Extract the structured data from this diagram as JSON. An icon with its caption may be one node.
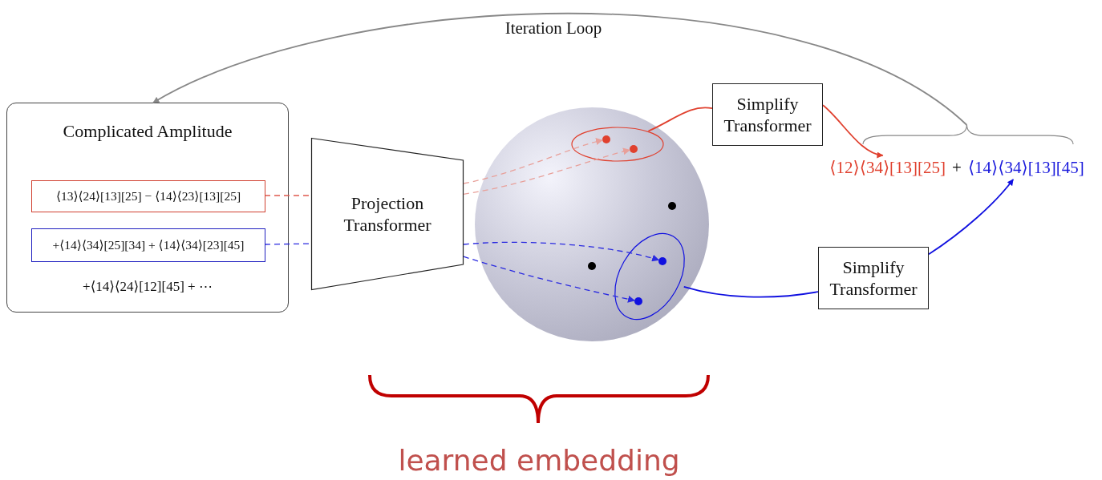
{
  "diagram": {
    "nodes": [
      {
        "text": [
          "Complicated Amplitude",
          "+⟨14⟩⟨24⟩[12][45] + ⋯"
        ]
      },
      {
        "text": [
          "⟨13⟩⟨24⟩[13][25] − ⟨14⟩⟨23⟩[13][25]"
        ],
        "in": 0
      },
      {
        "text": [
          "+⟨14⟩⟨34⟩[25][34] + ⟨14⟩⟨34⟩[23][45]"
        ],
        "in": 0
      },
      {
        "text": [
          "Projection Transformer"
        ]
      },
      {
        "text": [],
        "shape": "circle"
      },
      {
        "text": [],
        "shape": "ellipse",
        "in": 4
      },
      {
        "text": [],
        "shape": "circle",
        "in": 5
      },
      {
        "text": [],
        "shape": "circle",
        "in": 5
      },
      {
        "text": [],
        "shape": "circle",
        "in": 4
      },
      {
        "text": [],
        "shape": "circle",
        "in": 4
      },
      {
        "text": [],
        "shape": "ellipse",
        "in": 4
      },
      {
        "text": [],
        "shape": "circle",
        "in": 10
      },
      {
        "text": [],
        "shape": "circle",
        "in": 10
      },
      {
        "text": [
          "Simplify Transformer"
        ]
      },
      {
        "text": [
          "Simplify Transformer"
        ]
      },
      {
        "text": [],
        "shape": "brace"
      },
      {
        "text": [
          "⟨12⟩⟨34⟩[13][25]",
          "+",
          "⟨14⟩⟨34⟩[13][45]"
        ]
      }
    ],
    "edges": [
      {
        "from": 1,
        "to": 3,
        "arrow": "none",
        "style": "dashed",
        "color": "#e05a4e"
      },
      {
        "from": 3,
        "to": 6,
        "arrow": "to",
        "style": "dashed",
        "color": "#e8a09a"
      },
      {
        "from": 3,
        "to": 7,
        "arrow": "to",
        "style": "dashed",
        "color": "#e8a09a"
      },
      {
        "from": 2,
        "to": 3,
        "arrow": "none",
        "style": "dashed",
        "color": "#2a2ae0"
      },
      {
        "from": 3,
        "to": 11,
        "arrow": "to",
        "style": "dashed",
        "color": "#2a2ae0"
      },
      {
        "from": 3,
        "to": 12,
        "arrow": "to",
        "style": "dashed",
        "color": "#2a2ae0"
      },
      {
        "from": 5,
        "to": 13,
        "arrow": "none",
        "color": "#e0402e"
      },
      {
        "from": 13,
        "to": 16,
        "arrow": "to",
        "color": "#e0402e"
      },
      {
        "from": 10,
        "to": 14,
        "arrow": "none",
        "color": "#1010e0"
      },
      {
        "from": 14,
        "to": 16,
        "arrow": "to",
        "color": "#1010e0"
      },
      {
        "from": 15,
        "to": 0,
        "arrow": "to",
        "label": "Iteration Loop",
        "color": "#888888"
      }
    ],
    "labels": [
      "learned embedding"
    ]
  }
}
